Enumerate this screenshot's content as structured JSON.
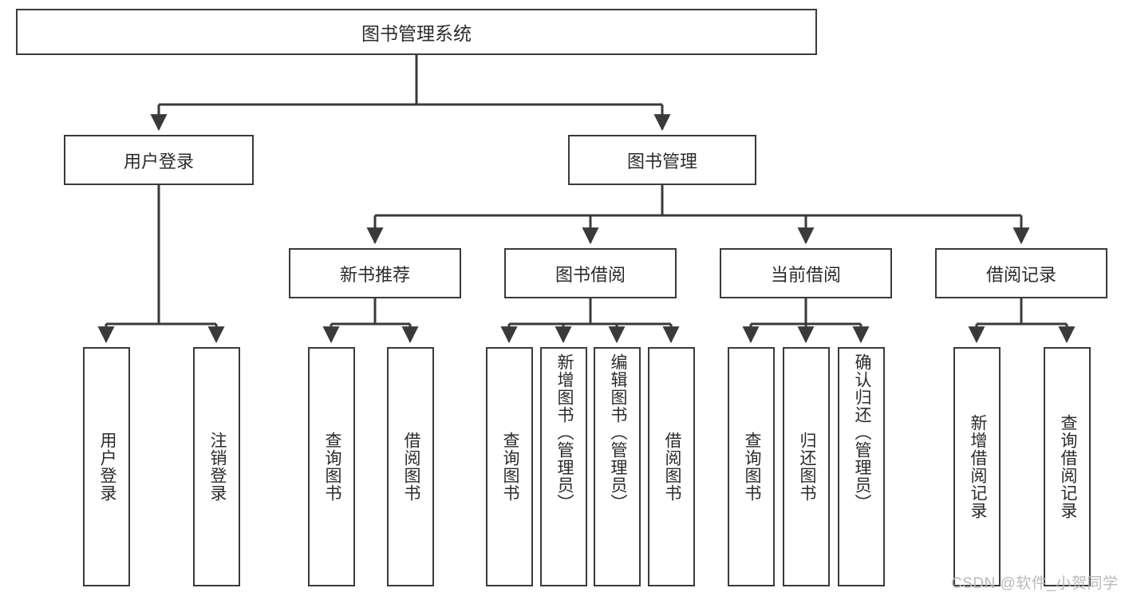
{
  "diagram": {
    "title": "图书管理系统",
    "type": "功能结构图",
    "root": {
      "label": "图书管理系统"
    },
    "level2": [
      {
        "id": "user-login",
        "label": "用户登录"
      },
      {
        "id": "book-manage",
        "label": "图书管理"
      }
    ],
    "level3": [
      {
        "id": "new-book-recommend",
        "label": "新书推荐",
        "parent": "book-manage"
      },
      {
        "id": "book-borrow",
        "label": "图书借阅",
        "parent": "book-manage"
      },
      {
        "id": "current-borrow",
        "label": "当前借阅",
        "parent": "book-manage"
      },
      {
        "id": "borrow-record",
        "label": "借阅记录",
        "parent": "book-manage"
      }
    ],
    "leaves": {
      "user_login": [
        {
          "id": "leaf-user-login",
          "label": "用户登录"
        },
        {
          "id": "leaf-user-logout",
          "label": "注销登录"
        }
      ],
      "new_book_recommend": [
        {
          "id": "leaf-query-book-1",
          "label": "查询图书"
        },
        {
          "id": "leaf-borrow-book-1",
          "label": "借阅图书"
        }
      ],
      "book_borrow": [
        {
          "id": "leaf-query-book-2",
          "label": "查询图书"
        },
        {
          "id": "leaf-add-book",
          "label": "新增图书（管理员）"
        },
        {
          "id": "leaf-edit-book",
          "label": "编辑图书（管理员）"
        },
        {
          "id": "leaf-borrow-book-2",
          "label": "借阅图书"
        }
      ],
      "current_borrow": [
        {
          "id": "leaf-query-book-3",
          "label": "查询图书"
        },
        {
          "id": "leaf-return-book",
          "label": "归还图书"
        },
        {
          "id": "leaf-confirm-return",
          "label": "确认归还（管理员）"
        }
      ],
      "borrow_record": [
        {
          "id": "leaf-add-record",
          "label": "新增借阅记录"
        },
        {
          "id": "leaf-query-record",
          "label": "查询借阅记录"
        }
      ]
    },
    "colors": {
      "stroke": "#3a3a3a",
      "text": "#2b2b2b",
      "background": "#ffffff",
      "watermark": "#b9b9b9"
    }
  },
  "watermark": {
    "text": "CSDN @软件_小贺同学"
  }
}
